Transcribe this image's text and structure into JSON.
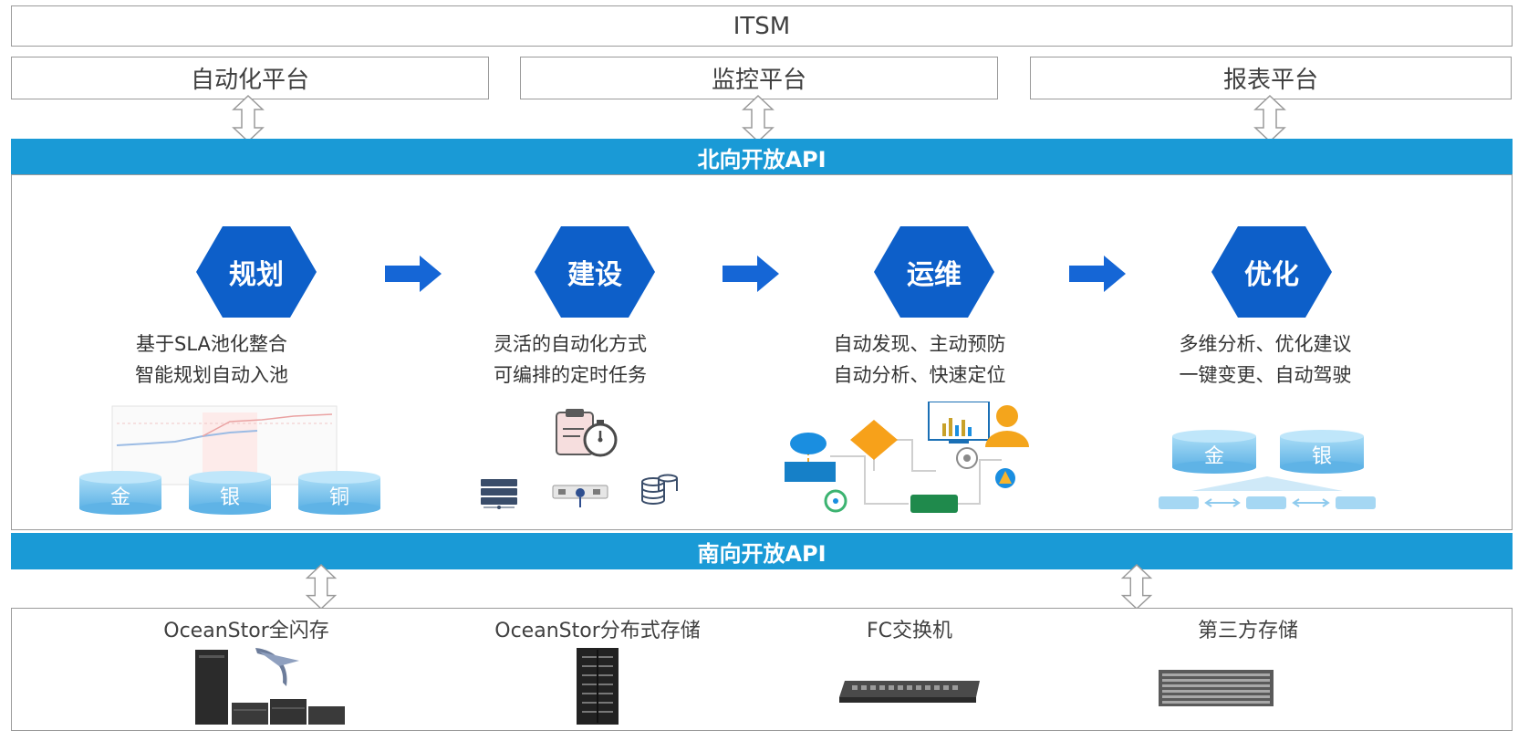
{
  "itsm": {
    "label": "ITSM"
  },
  "platforms": [
    {
      "label": "自动化平台"
    },
    {
      "label": "监控平台"
    },
    {
      "label": "报表平台"
    }
  ],
  "north_api": {
    "label": "北向开放API"
  },
  "south_api": {
    "label": "南向开放API"
  },
  "stages": [
    {
      "label": "规划",
      "desc": [
        "基于SLA池化整合",
        "智能规划自动入池"
      ]
    },
    {
      "label": "建设",
      "desc": [
        "灵活的自动化方式",
        "可编排的定时任务"
      ]
    },
    {
      "label": "运维",
      "desc": [
        "自动发现、主动预防",
        "自动分析、快速定位"
      ]
    },
    {
      "label": "优化",
      "desc": [
        "多维分析、优化建议",
        "一键变更、自动驾驶"
      ]
    }
  ],
  "tiers": {
    "gold": "金",
    "silver": "银",
    "copper": "铜"
  },
  "devices": [
    {
      "label": "OceanStor全闪存"
    },
    {
      "label": "OceanStor分布式存储"
    },
    {
      "label": "FC交换机"
    },
    {
      "label": "第三方存储"
    }
  ],
  "colors": {
    "api_band": "#1a9ad6",
    "hexagon": "#0d5fc9",
    "flow_arrow": "#1566d6",
    "tier_disk": "#7cc3ec"
  }
}
